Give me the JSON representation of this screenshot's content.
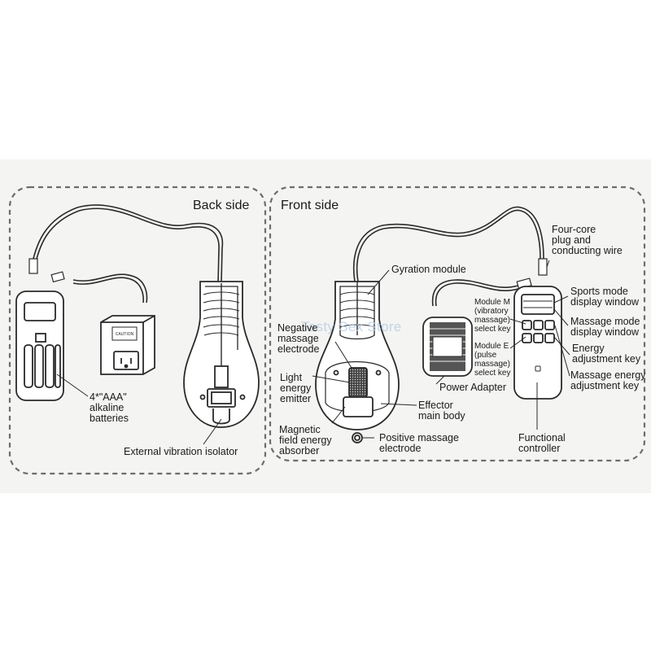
{
  "panels": {
    "back": {
      "title": "Back side"
    },
    "front": {
      "title": "Front side"
    }
  },
  "labels": {
    "batteries": "4*\"AAA\"\nalkaline\nbatteries",
    "isolator": "External vibration isolator",
    "gyration": "Gyration module",
    "negative": "Negative\nmassage\nelectrode",
    "light": "Light\nenergy\nemitter",
    "magnetic": "Magnetic\nfield energy\nabsorber",
    "positive": "Positive massage\nelectrode",
    "effector": "Effector\nmain body",
    "power": "Power Adapter",
    "module_m": "Module M\n(vibratory\nmassage)\nselect key",
    "module_e": "Module E\n(pulse\nmassage)\nselect key",
    "fourcore": "Four-core\nplug and\nconducting wire",
    "sports": "Sports mode\ndisplay window",
    "massage_mode": "Massage mode\ndisplay window",
    "energy_adj": "Energy\nadjustment key",
    "massage_energy": "Massage energy\nadjustment key",
    "functional": "Functional\ncontroller"
  },
  "adapter_label": "CAUTION",
  "watermark": "Tasty Sex Store",
  "colors": {
    "line": "#2a2a2a",
    "dash": "#6d6d6d",
    "paper": "#f4f4f2"
  }
}
